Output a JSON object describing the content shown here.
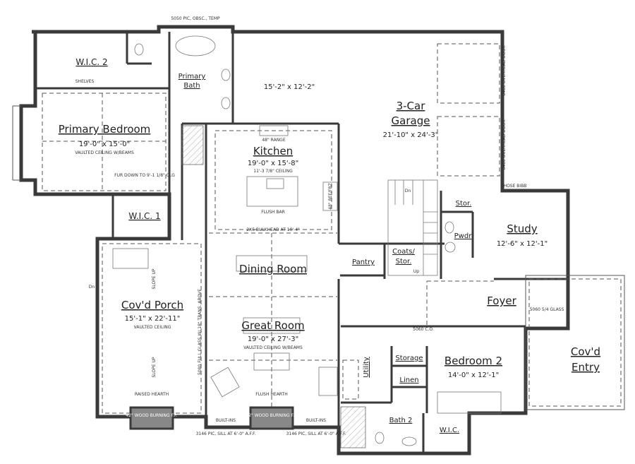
{
  "rooms": {
    "wic2": {
      "name": "W.I.C. 2"
    },
    "primary_bath": {
      "name": "Primary",
      "name2": "Bath"
    },
    "garage": {
      "name": "3-Car",
      "name2": "Garage",
      "dims": "21'-10\" x 24'-3\"",
      "extra_dims": "15'-2\" x 12'-2\""
    },
    "primary_bedroom": {
      "name": "Primary Bedroom",
      "dims": "19'-0\" x 15'-0\"",
      "ceiling": "VAULTED CEILING W/BEAMS"
    },
    "kitchen": {
      "name": "Kitchen",
      "dims": "19'-0\" x 15'-8\"",
      "ceiling": "11'-3 7/8\" CEILING"
    },
    "wic1": {
      "name": "W.I.C. 1"
    },
    "dining": {
      "name": "Dining Room"
    },
    "great_room": {
      "name": "Great Room",
      "dims": "19'-0\" x 27'-3\"",
      "ceiling": "VAULTED CEILING W/BEAMS"
    },
    "covd_porch": {
      "name": "Cov'd Porch",
      "dims": "15'-1\" x 22'-11\"",
      "ceiling": "VAULTED CEILING"
    },
    "pantry": {
      "name": "Pantry"
    },
    "coats": {
      "name": "Coats/",
      "name2": "Stor."
    },
    "stor": {
      "name": "Stor."
    },
    "pwdr": {
      "name": "Pwdr"
    },
    "study": {
      "name": "Study",
      "dims": "12'-6\" x 12'-1\""
    },
    "foyer": {
      "name": "Foyer"
    },
    "covd_entry": {
      "name": "Cov'd",
      "name2": "Entry"
    },
    "bedroom2": {
      "name": "Bedroom 2",
      "dims": "14'-0\" x 12'-1\""
    },
    "utility": {
      "name": "Utility"
    },
    "storage": {
      "name": "Storage"
    },
    "linen": {
      "name": "Linen"
    },
    "bath2": {
      "name": "Bath 2"
    },
    "wic": {
      "name": "W.I.C."
    }
  },
  "notes": {
    "window_top": "5050 PIC, OBSC., TEMP",
    "range": "48\" RANGE",
    "flush_bar": "FLUSH BAR",
    "bulkhead": "2X6 BULKHEAD AT 10'-4\"",
    "overhead_door": "8480 OVERHEAD DOOR",
    "raised_hearth": "RAISED HEARTH",
    "flush_hearth": "FLUSH HEARTH",
    "fireplace": "42\" WOOD BURNING F.P.",
    "built_ins": "BUILT-INS",
    "sill": "3146 PIC, SILL AT 6'-0\" A.F.F.",
    "slope_up": "SLOPE UP",
    "full_glass": "5080 FULL GLASS W/ 18\" TRANS. ABOVE",
    "entry_door": "5060 5/4 GLASS",
    "closet_door": "5060 C.O.",
    "refrig": "48\" REF/FRZ",
    "shelves": "SHELVES",
    "fur_down": "FUR DOWN TO 9'-1 1/8\" CLG",
    "hose": "HOSE BIBB",
    "dn": "Dn",
    "up": "Up"
  },
  "colors": {
    "wall": "#3a3a3a",
    "line": "#555555",
    "background": "#ffffff"
  }
}
